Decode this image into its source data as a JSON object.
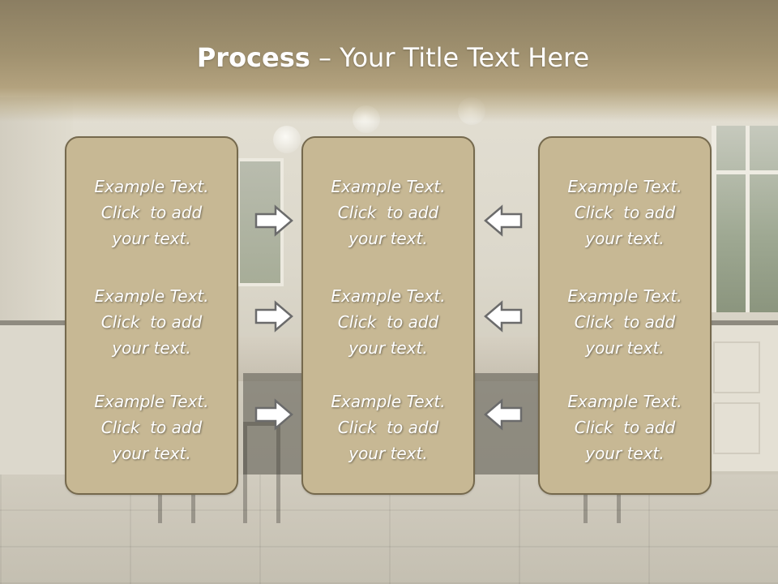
{
  "title": {
    "bold": "Process",
    "rest": " – Your Title Text Here"
  },
  "panels": [
    {
      "items": [
        "Example Text.\nClick  to add\nyour text.",
        "Example Text.\nClick  to add\nyour text.",
        "Example Text.\nClick  to add\nyour text."
      ]
    },
    {
      "items": [
        "Example Text.\nClick  to add\nyour text.",
        "Example Text.\nClick  to add\nyour text.",
        "Example Text.\nClick  to add\nyour text."
      ]
    },
    {
      "items": [
        "Example Text.\nClick  to add\nyour text.",
        "Example Text.\nClick  to add\nyour text.",
        "Example Text.\nClick  to add\nyour text."
      ]
    }
  ],
  "arrows": {
    "left_column": [
      "right-arrow-icon",
      "right-arrow-icon",
      "right-arrow-icon"
    ],
    "right_column": [
      "left-arrow-icon",
      "left-arrow-icon",
      "left-arrow-icon"
    ]
  },
  "colors": {
    "header": "#9d8e6c",
    "panel_fill": "#c7b894",
    "panel_border": "#75694d",
    "text": "#ffffff",
    "arrow_fill": "#ffffff",
    "arrow_stroke": "#6b6b6b"
  }
}
